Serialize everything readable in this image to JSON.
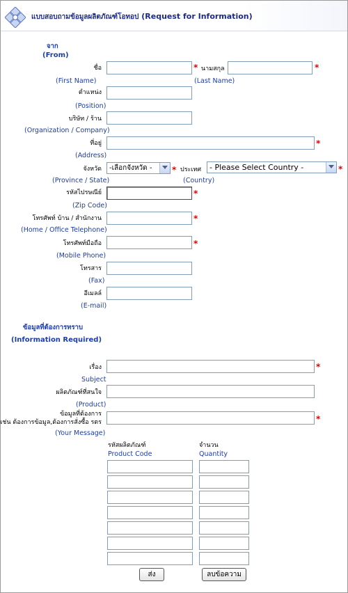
{
  "header": {
    "title_th": "แบบสอบถามข้อมูลผลิตภัณฑ์โอทอป",
    "title_en": "(Request for Information)"
  },
  "from_section": {
    "title_th": "จาก",
    "title_en": "(From)"
  },
  "fields": {
    "first_name": {
      "label_th": "ชื่อ",
      "label_en": "(First Name)",
      "value": ""
    },
    "last_name": {
      "label_th": "นามสกุล",
      "label_en": "(Last Name)",
      "value": ""
    },
    "position": {
      "label_th": "ตำแหน่ง",
      "label_en": "(Position)",
      "value": ""
    },
    "organization": {
      "label_th": "บริษัท / ร้าน",
      "label_en": "(Organization / Company)",
      "value": ""
    },
    "address": {
      "label_th": "ที่อยู่",
      "label_en": "(Address)",
      "value": ""
    },
    "province": {
      "label_th": "จังหวัด",
      "label_en": "(Province / State)",
      "selected": "-เลือกจังหวัด -"
    },
    "country": {
      "label_th": "ประเทศ",
      "label_en": "(Country)",
      "selected": "- Please Select Country -"
    },
    "zip": {
      "label_th": "รหัสไปรษณีย์",
      "label_en": "(Zip Code)",
      "value": ""
    },
    "home_phone": {
      "label_th": "โทรศัพท์ บ้าน / สำนักงาน",
      "label_en": "(Home / Office Telephone)",
      "value": ""
    },
    "mobile": {
      "label_th": "โทรศัพท์มือถือ",
      "label_en": "(Mobile Phone)",
      "value": ""
    },
    "fax": {
      "label_th": "โทรสาร",
      "label_en": "(Fax)",
      "value": ""
    },
    "email": {
      "label_th": "อีเมลล์",
      "label_en": "(E-mail)",
      "value": ""
    }
  },
  "info_section": {
    "title_th": "ข้อมูลที่ต้องการทราบ",
    "title_en": "(Information Required)"
  },
  "info_fields": {
    "subject": {
      "label_th": "เรื่อง",
      "label_en": "Subject",
      "value": ""
    },
    "product": {
      "label_th": "ผลิตภัณฑ์ที่สนใจ",
      "label_en": "(Product)",
      "value": ""
    },
    "message": {
      "label_th1": "ข้อมูลที่ต้องการ",
      "label_th2": "เช่น ต้องการข้อมูล,ต้องการสั่งซื้อ รตร",
      "label_en": "(Your Message)",
      "value": ""
    }
  },
  "product_table": {
    "code_header_th": "รหัสผลิตภัณฑ์",
    "code_header_en": "Product Code",
    "qty_header_th": "จำนวน",
    "qty_header_en": "Quantity",
    "rows": [
      {
        "code": "",
        "qty": ""
      },
      {
        "code": "",
        "qty": ""
      },
      {
        "code": "",
        "qty": ""
      },
      {
        "code": "",
        "qty": ""
      },
      {
        "code": "",
        "qty": ""
      },
      {
        "code": "",
        "qty": ""
      },
      {
        "code": "",
        "qty": ""
      }
    ]
  },
  "buttons": {
    "submit": "ส่ง",
    "reset": "ลบข้อความ"
  },
  "colors": {
    "label_blue": "#1c3caa",
    "required_red": "#e00000",
    "header_navy": "#1b2a8a",
    "input_border": "#7f9db9"
  }
}
